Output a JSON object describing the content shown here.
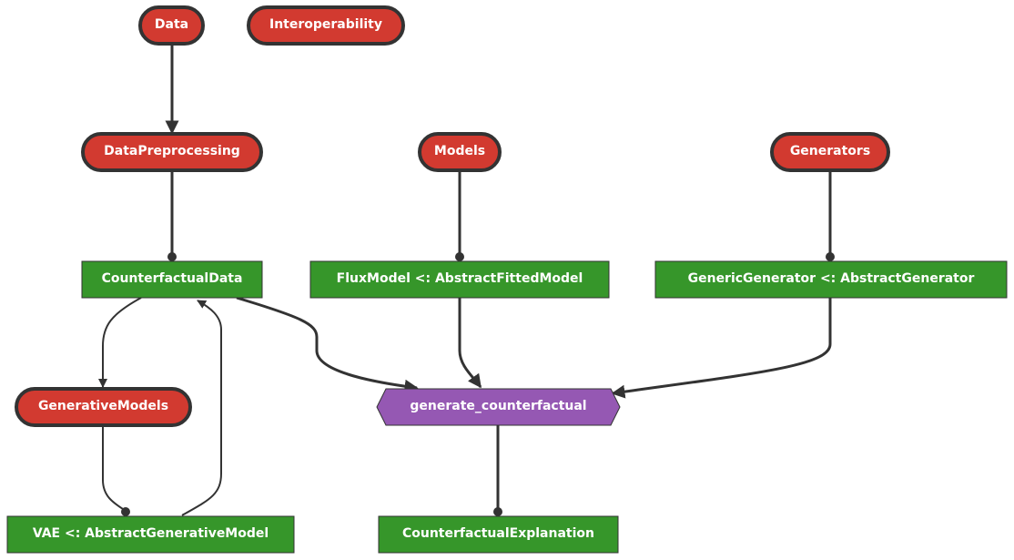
{
  "colors": {
    "module_fill": "#d23a30",
    "type_fill": "#36962a",
    "function_fill": "#9558b3",
    "stroke": "#333333",
    "text": "#ffffff"
  },
  "nodes": {
    "data": {
      "label": "Data",
      "kind": "module"
    },
    "interoperability": {
      "label": "Interoperability",
      "kind": "module"
    },
    "data_preprocessing": {
      "label": "DataPreprocessing",
      "kind": "module"
    },
    "models": {
      "label": "Models",
      "kind": "module"
    },
    "generators": {
      "label": "Generators",
      "kind": "module"
    },
    "counterfactual_data": {
      "label": "CounterfactualData",
      "kind": "type"
    },
    "flux_model": {
      "label": "FluxModel <: AbstractFittedModel",
      "kind": "type"
    },
    "generic_generator": {
      "label": "GenericGenerator <: AbstractGenerator",
      "kind": "type"
    },
    "generative_models": {
      "label": "GenerativeModels",
      "kind": "module"
    },
    "generate_counterfactual": {
      "label": "generate_counterfactual",
      "kind": "function"
    },
    "vae": {
      "label": "VAE <: AbstractGenerativeModel",
      "kind": "type"
    },
    "counterfactual_explanation": {
      "label": "CounterfactualExplanation",
      "kind": "type"
    }
  },
  "edges": [
    {
      "from": "Data",
      "to": "DataPreprocessing",
      "head": "arrow"
    },
    {
      "from": "DataPreprocessing",
      "to": "CounterfactualData",
      "head": "dot"
    },
    {
      "from": "Models",
      "to": "FluxModel <: AbstractFittedModel",
      "head": "dot"
    },
    {
      "from": "Generators",
      "to": "GenericGenerator <: AbstractGenerator",
      "head": "dot"
    },
    {
      "from": "CounterfactualData",
      "to": "GenerativeModels",
      "head": "arrow"
    },
    {
      "from": "GenerativeModels",
      "to": "VAE <: AbstractGenerativeModel",
      "head": "dot"
    },
    {
      "from": "VAE <: AbstractGenerativeModel",
      "to": "CounterfactualData",
      "head": "arrow"
    },
    {
      "from": "CounterfactualData",
      "to": "generate_counterfactual",
      "head": "arrow"
    },
    {
      "from": "FluxModel <: AbstractFittedModel",
      "to": "generate_counterfactual",
      "head": "arrow"
    },
    {
      "from": "GenericGenerator <: AbstractGenerator",
      "to": "generate_counterfactual",
      "head": "arrow"
    },
    {
      "from": "generate_counterfactual",
      "to": "CounterfactualExplanation",
      "head": "dot"
    }
  ]
}
